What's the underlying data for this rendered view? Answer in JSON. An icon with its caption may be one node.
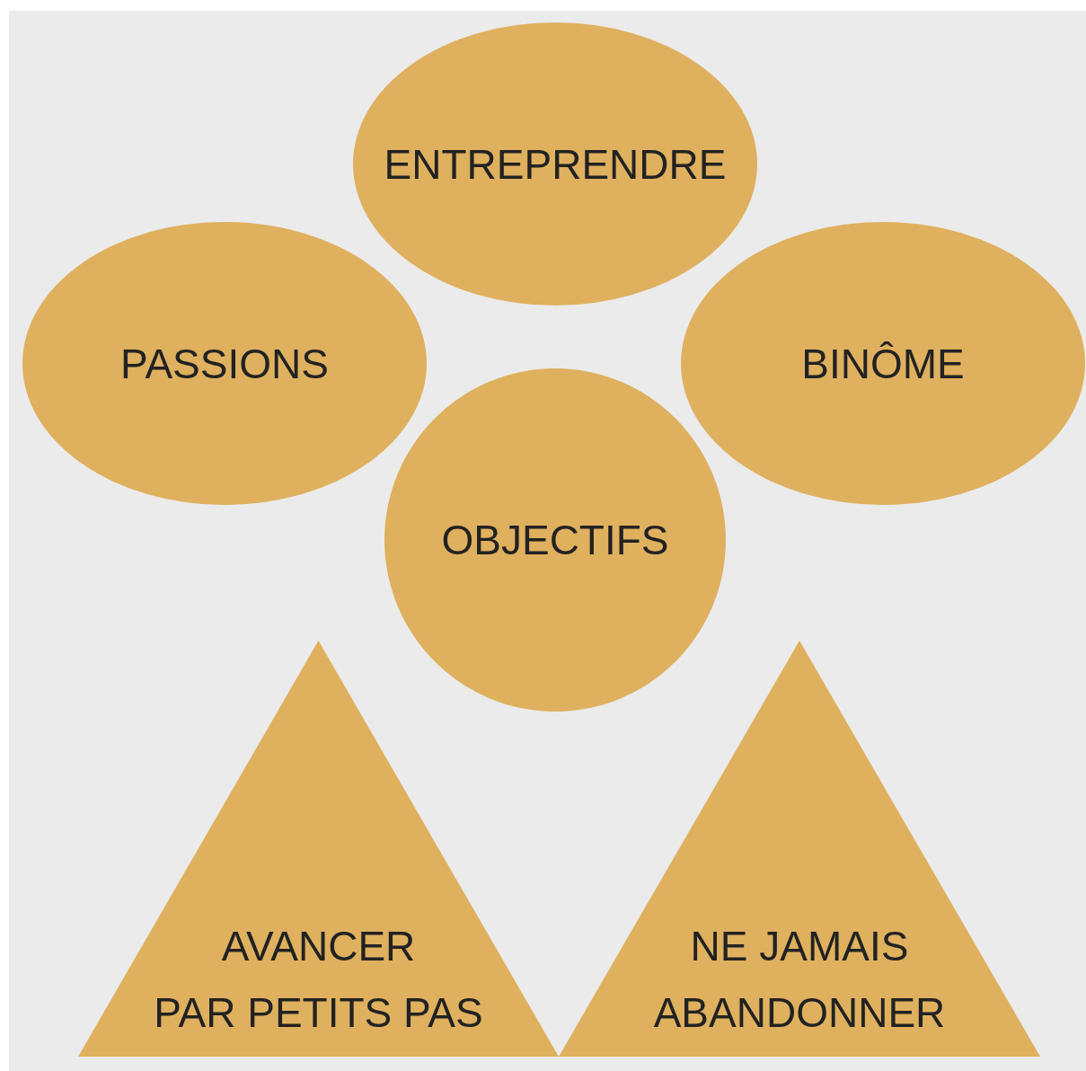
{
  "diagram": {
    "nodes": [
      {
        "text": [
          "ENTREPRENDRE"
        ]
      },
      {
        "text": [
          "PASSIONS"
        ]
      },
      {
        "text": [
          "BINÔME"
        ]
      },
      {
        "text": [
          "OBJECTIFS"
        ]
      },
      {
        "text": [
          "AVANCER PAR PETITS PAS"
        ]
      },
      {
        "text": [
          "NE JAMAIS ABANDONNER"
        ]
      }
    ]
  }
}
